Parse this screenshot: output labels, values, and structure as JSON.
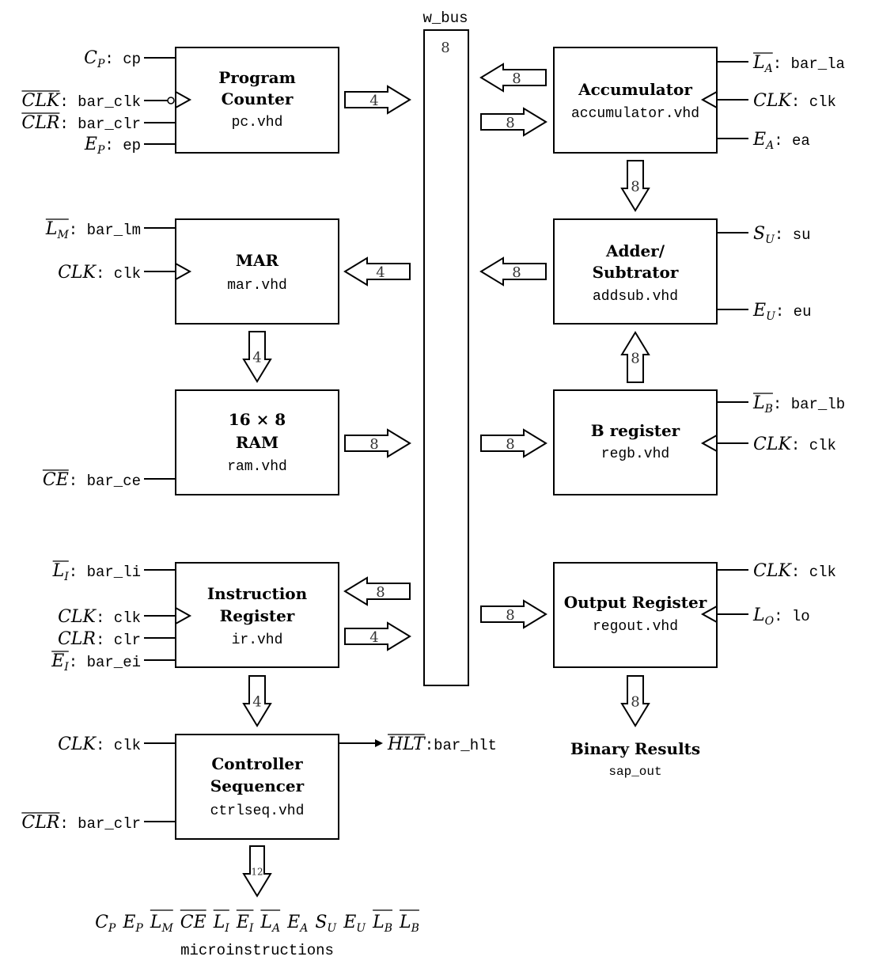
{
  "bus": {
    "name": "w_bus",
    "width": "8"
  },
  "blocks": {
    "pc": {
      "title1": "Program",
      "title2": "Counter",
      "file": "pc.vhd"
    },
    "mar": {
      "title1": "MAR",
      "file": "mar.vhd"
    },
    "ram": {
      "title1": "16 × 8",
      "title2": "RAM",
      "file": "ram.vhd"
    },
    "ir": {
      "title1": "Instruction",
      "title2": "Register",
      "file": "ir.vhd"
    },
    "ctrl": {
      "title1": "Controller",
      "title2": "Sequencer",
      "file": "ctrlseq.vhd"
    },
    "acc": {
      "title1": "Accumulator",
      "file": "accumulator.vhd"
    },
    "addsub": {
      "title1": "Adder/",
      "title2": "Subtrator",
      "file": "addsub.vhd"
    },
    "regb": {
      "title1": "B register",
      "file": "regb.vhd"
    },
    "out": {
      "title1": "Output Register",
      "file": "regout.vhd"
    }
  },
  "signals": {
    "pc_cp": {
      "sym": "C",
      "sub": "P",
      "bar": false,
      "name": ": cp"
    },
    "pc_clk": {
      "sym": "CLK",
      "sub": "",
      "bar": true,
      "name": ": bar_clk"
    },
    "pc_clr": {
      "sym": "CLR",
      "sub": "",
      "bar": true,
      "name": ": bar_clr"
    },
    "pc_ep": {
      "sym": "E",
      "sub": "P",
      "bar": false,
      "name": ": ep"
    },
    "mar_lm": {
      "sym": "L",
      "sub": "M",
      "bar": true,
      "name": ": bar_lm"
    },
    "mar_clk": {
      "sym": "CLK",
      "sub": "",
      "bar": false,
      "name": ": clk"
    },
    "ram_ce": {
      "sym": "CE",
      "sub": "",
      "bar": true,
      "name": ": bar_ce"
    },
    "ir_li": {
      "sym": "L",
      "sub": "I",
      "bar": true,
      "name": ": bar_li"
    },
    "ir_clk": {
      "sym": "CLK",
      "sub": "",
      "bar": false,
      "name": ": clk"
    },
    "ir_clr": {
      "sym": "CLR",
      "sub": "",
      "bar": false,
      "name": ": clr"
    },
    "ir_ei": {
      "sym": "E",
      "sub": "I",
      "bar": true,
      "name": ": bar_ei"
    },
    "ctrl_clk": {
      "sym": "CLK",
      "sub": "",
      "bar": false,
      "name": ": clk"
    },
    "ctrl_clr": {
      "sym": "CLR",
      "sub": "",
      "bar": true,
      "name": ": bar_clr"
    },
    "ctrl_hlt": {
      "sym": "HLT",
      "sub": "",
      "bar": true,
      "name": ":bar_hlt"
    },
    "acc_la": {
      "sym": "L",
      "sub": "A",
      "bar": true,
      "name": ": bar_la"
    },
    "acc_clk": {
      "sym": "CLK",
      "sub": "",
      "bar": false,
      "name": ": clk"
    },
    "acc_ea": {
      "sym": "E",
      "sub": "A",
      "bar": false,
      "name": ": ea"
    },
    "as_su": {
      "sym": "S",
      "sub": "U",
      "bar": false,
      "name": ": su"
    },
    "as_eu": {
      "sym": "E",
      "sub": "U",
      "bar": false,
      "name": ": eu"
    },
    "b_lb": {
      "sym": "L",
      "sub": "B",
      "bar": true,
      "name": ": bar_lb"
    },
    "b_clk": {
      "sym": "CLK",
      "sub": "",
      "bar": false,
      "name": ": clk"
    },
    "out_clk": {
      "sym": "CLK",
      "sub": "",
      "bar": false,
      "name": ": clk"
    },
    "out_lo": {
      "sym": "L",
      "sub": "O",
      "bar": false,
      "name": ": lo"
    }
  },
  "buses": {
    "pc_to_bus": "4",
    "bus_to_acc_in": "8",
    "acc_to_bus": "8",
    "bus_to_mar": "4",
    "addsub_to_bus": "8",
    "acc_to_addsub": "8",
    "mar_to_ram": "4",
    "ram_to_bus": "8",
    "bus_to_regb": "8",
    "regb_to_addsub": "8",
    "bus_to_ir": "8",
    "ir_to_bus": "4",
    "bus_to_out": "8",
    "ir_to_ctrl": "4",
    "out_to_result": "8",
    "ctrl_to_micro": "12"
  },
  "output": {
    "title": "Binary Results",
    "name": "sap_out"
  },
  "microinstructions": {
    "label": "microinstructions",
    "items": [
      {
        "sym": "C",
        "sub": "P",
        "bar": false
      },
      {
        "sym": "E",
        "sub": "P",
        "bar": false
      },
      {
        "sym": "L",
        "sub": "M",
        "bar": true
      },
      {
        "sym": "CE",
        "sub": "",
        "bar": true
      },
      {
        "sym": "L",
        "sub": "I",
        "bar": true
      },
      {
        "sym": "E",
        "sub": "I",
        "bar": true
      },
      {
        "sym": "L",
        "sub": "A",
        "bar": true
      },
      {
        "sym": "E",
        "sub": "A",
        "bar": false
      },
      {
        "sym": "S",
        "sub": "U",
        "bar": false
      },
      {
        "sym": "E",
        "sub": "U",
        "bar": false
      },
      {
        "sym": "L",
        "sub": "B",
        "bar": true
      },
      {
        "sym": "L",
        "sub": "B",
        "bar": true
      }
    ]
  }
}
